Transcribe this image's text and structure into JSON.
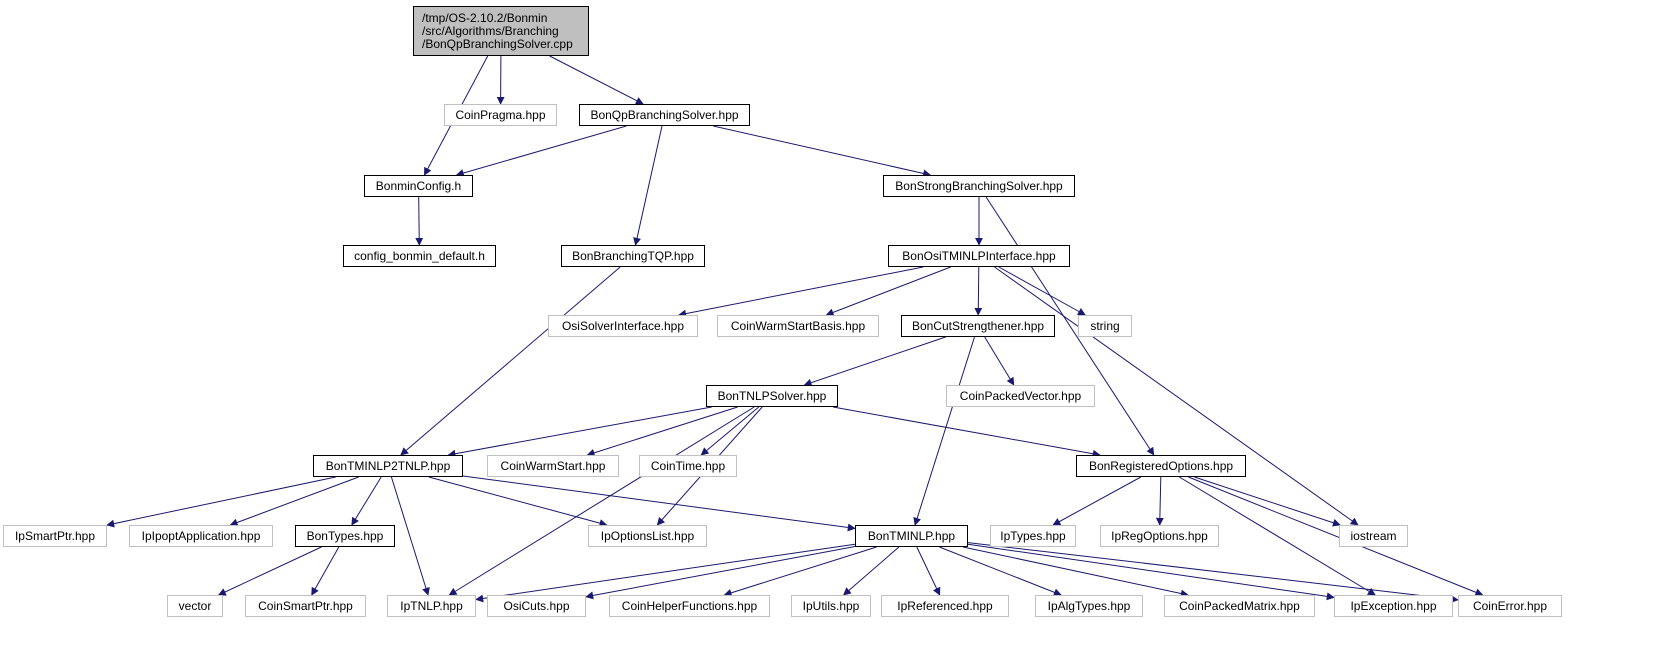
{
  "colors": {
    "edge": "#191970",
    "root_fill": "#bfbfbf",
    "doc_border": "#000000",
    "ext_border": "#c0c0c0"
  },
  "root": {
    "lines": [
      "/tmp/OS-2.10.2/Bonmin",
      "/src/Algorithms/Branching",
      "/BonQpBranchingSolver.cpp"
    ]
  },
  "nodes": {
    "coin_pragma": "CoinPragma.hpp",
    "bon_qp_branching_solver": "BonQpBranchingSolver.hpp",
    "bonmin_config": "BonminConfig.h",
    "bon_strong_branching_solver": "BonStrongBranchingSolver.hpp",
    "config_bonmin_default": "config_bonmin_default.h",
    "bon_branching_tqp": "BonBranchingTQP.hpp",
    "bon_osi_tminlp_interface": "BonOsiTMINLPInterface.hpp",
    "osi_solver_interface": "OsiSolverInterface.hpp",
    "coin_warm_start_basis": "CoinWarmStartBasis.hpp",
    "bon_cut_strengthener": "BonCutStrengthener.hpp",
    "string": "string",
    "bon_tnlp_solver": "BonTNLPSolver.hpp",
    "coin_packed_vector": "CoinPackedVector.hpp",
    "bon_tminlp2tnlp": "BonTMINLP2TNLP.hpp",
    "coin_warm_start": "CoinWarmStart.hpp",
    "coin_time": "CoinTime.hpp",
    "bon_registered_options": "BonRegisteredOptions.hpp",
    "ip_smart_ptr": "IpSmartPtr.hpp",
    "ip_ipopt_application": "IpIpoptApplication.hpp",
    "bon_types": "BonTypes.hpp",
    "ip_options_list": "IpOptionsList.hpp",
    "bon_tminlp": "BonTMINLP.hpp",
    "ip_types": "IpTypes.hpp",
    "ip_reg_options": "IpRegOptions.hpp",
    "iostream": "iostream",
    "vector": "vector",
    "coin_smart_ptr": "CoinSmartPtr.hpp",
    "ip_tnlp": "IpTNLP.hpp",
    "osi_cuts": "OsiCuts.hpp",
    "coin_helper_functions": "CoinHelperFunctions.hpp",
    "ip_utils": "IpUtils.hpp",
    "ip_referenced": "IpReferenced.hpp",
    "ip_alg_types": "IpAlgTypes.hpp",
    "coin_packed_matrix": "CoinPackedMatrix.hpp",
    "ip_exception": "IpException.hpp",
    "coin_error": "CoinError.hpp"
  },
  "edges": [
    [
      "root",
      "bonmin_config"
    ],
    [
      "root",
      "coin_pragma"
    ],
    [
      "root",
      "bon_qp_branching_solver"
    ],
    [
      "bon_qp_branching_solver",
      "bonmin_config"
    ],
    [
      "bon_qp_branching_solver",
      "bon_branching_tqp"
    ],
    [
      "bon_qp_branching_solver",
      "bon_strong_branching_solver"
    ],
    [
      "bonmin_config",
      "config_bonmin_default"
    ],
    [
      "bon_strong_branching_solver",
      "bon_osi_tminlp_interface"
    ],
    [
      "bon_strong_branching_solver",
      "bon_registered_options"
    ],
    [
      "bon_branching_tqp",
      "bon_tminlp2tnlp"
    ],
    [
      "bon_osi_tminlp_interface",
      "osi_solver_interface"
    ],
    [
      "bon_osi_tminlp_interface",
      "coin_warm_start_basis"
    ],
    [
      "bon_osi_tminlp_interface",
      "bon_cut_strengthener"
    ],
    [
      "bon_osi_tminlp_interface",
      "string"
    ],
    [
      "bon_osi_tminlp_interface",
      "iostream"
    ],
    [
      "bon_cut_strengthener",
      "bon_tnlp_solver"
    ],
    [
      "bon_cut_strengthener",
      "coin_packed_vector"
    ],
    [
      "bon_cut_strengthener",
      "bon_tminlp"
    ],
    [
      "bon_tnlp_solver",
      "bon_tminlp2tnlp"
    ],
    [
      "bon_tnlp_solver",
      "coin_warm_start"
    ],
    [
      "bon_tnlp_solver",
      "coin_time"
    ],
    [
      "bon_tnlp_solver",
      "bon_registered_options"
    ],
    [
      "bon_tnlp_solver",
      "ip_options_list"
    ],
    [
      "bon_tnlp_solver",
      "ip_tnlp"
    ],
    [
      "bon_tminlp2tnlp",
      "ip_smart_ptr"
    ],
    [
      "bon_tminlp2tnlp",
      "ip_ipopt_application"
    ],
    [
      "bon_tminlp2tnlp",
      "bon_types"
    ],
    [
      "bon_tminlp2tnlp",
      "ip_tnlp"
    ],
    [
      "bon_tminlp2tnlp",
      "ip_options_list"
    ],
    [
      "bon_tminlp2tnlp",
      "bon_tminlp"
    ],
    [
      "bon_registered_options",
      "ip_types"
    ],
    [
      "bon_registered_options",
      "ip_reg_options"
    ],
    [
      "bon_registered_options",
      "iostream"
    ],
    [
      "bon_registered_options",
      "ip_exception"
    ],
    [
      "bon_registered_options",
      "coin_error"
    ],
    [
      "bon_types",
      "vector"
    ],
    [
      "bon_types",
      "coin_smart_ptr"
    ],
    [
      "bon_tminlp",
      "ip_tnlp"
    ],
    [
      "bon_tminlp",
      "osi_cuts"
    ],
    [
      "bon_tminlp",
      "coin_helper_functions"
    ],
    [
      "bon_tminlp",
      "ip_utils"
    ],
    [
      "bon_tminlp",
      "ip_referenced"
    ],
    [
      "bon_tminlp",
      "ip_alg_types"
    ],
    [
      "bon_tminlp",
      "coin_packed_matrix"
    ],
    [
      "bon_tminlp",
      "ip_exception"
    ],
    [
      "bon_tminlp",
      "coin_error"
    ]
  ]
}
